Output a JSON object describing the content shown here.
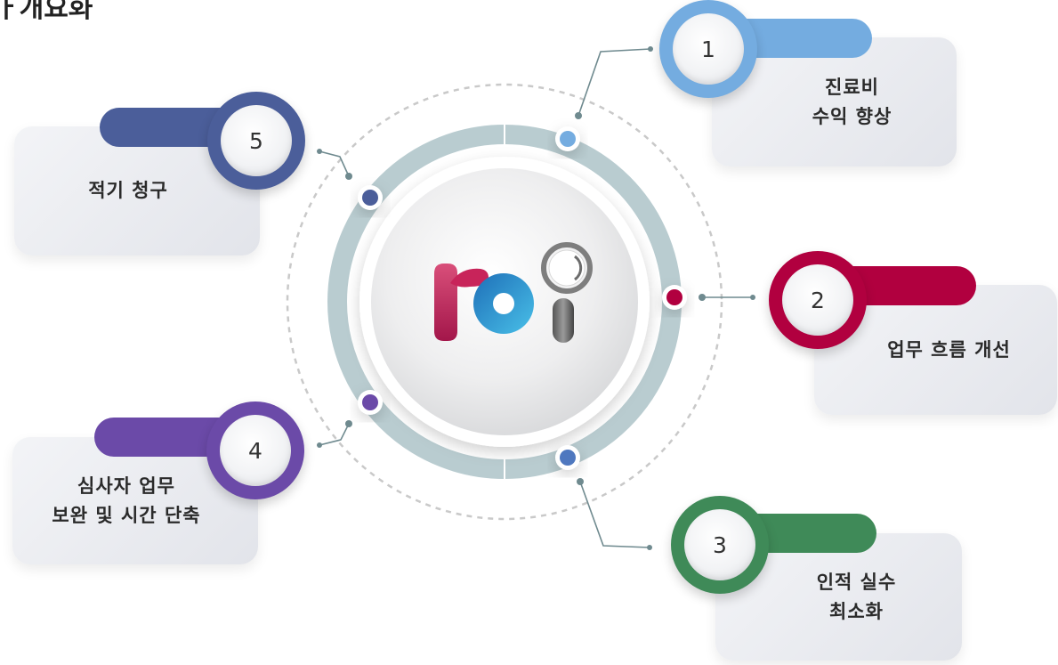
{
  "title": "ㅏ개요화",
  "colors": {
    "item1": "#74ace0",
    "item2": "#b1003f",
    "item3": "#3f8a58",
    "item4": "#6b4aa8",
    "item5": "#4b5e9a",
    "ring": "#b9ccd0",
    "dash": "#c9c9c9"
  },
  "logo": {
    "text": "roi"
  },
  "items": [
    {
      "number": "1",
      "label": "진료비\n수익 향상"
    },
    {
      "number": "2",
      "label": "업무 흐름 개선"
    },
    {
      "number": "3",
      "label": "인적 실수\n최소화"
    },
    {
      "number": "4",
      "label": "심사자 업무\n보완 및 시간 단축"
    },
    {
      "number": "5",
      "label": "적기 청구"
    }
  ]
}
